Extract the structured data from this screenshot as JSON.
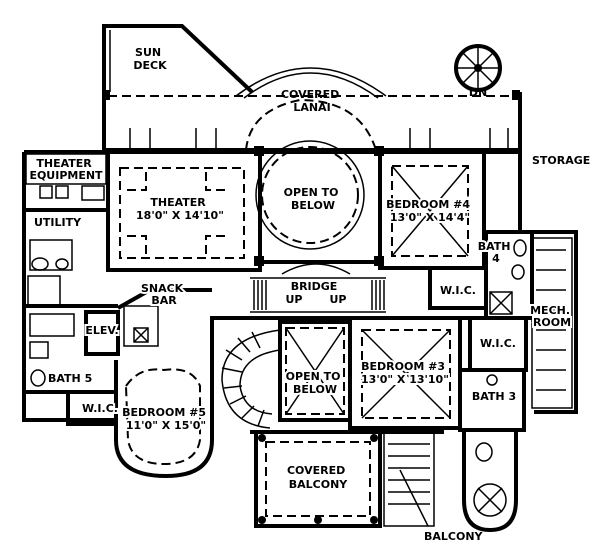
{
  "plan": {
    "sun_deck": [
      "SUN",
      "DECK"
    ],
    "covered_lanai": [
      "COVERED",
      "LANAI"
    ],
    "dn": "DN",
    "theater_equipment": [
      "THEATER",
      "EQUIPMENT"
    ],
    "theater": [
      "THEATER",
      "18'0\" X 14'10\""
    ],
    "open_to_below_top": [
      "OPEN TO",
      "BELOW"
    ],
    "bedroom4": [
      "BEDROOM #4",
      "13'0\" X 14'4\""
    ],
    "storage": "STORAGE",
    "utility": "UTILITY",
    "bath4": [
      "BATH",
      "4"
    ],
    "bridge": "BRIDGE",
    "up_left": "UP",
    "up_right": "UP",
    "snack_bar": [
      "SNACK",
      "BAR"
    ],
    "wic_right": "W.I.C.",
    "mech_room": [
      "MECH.",
      "ROOM"
    ],
    "elev": "ELEV.",
    "open_to_below_bottom": [
      "OPEN TO",
      "BELOW"
    ],
    "bedroom3": [
      "BEDROOM #3",
      "13'0\" X 13'10\""
    ],
    "wic_lower": "W.I.C.",
    "bath5": "BATH 5",
    "bath3": "BATH 3",
    "wic_left": "W.I.C.",
    "bedroom5": [
      "BEDROOM #5",
      "11'0\" X 15'0\""
    ],
    "covered_balcony": [
      "COVERED",
      "BALCONY"
    ],
    "balcony": "BALCONY"
  }
}
